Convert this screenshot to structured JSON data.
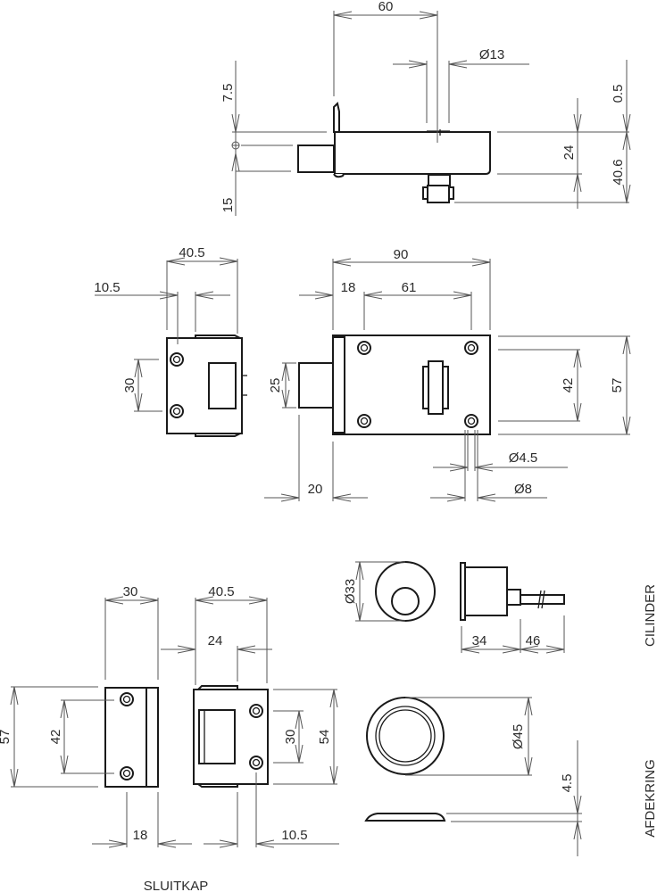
{
  "drawing": {
    "views": {
      "side_view": {
        "dims": {
          "width_60": "60",
          "dia_13": "Ø13",
          "v_7_5": "7.5",
          "v_15": "15",
          "v_0_5": "0.5",
          "v_24": "24",
          "v_40_6": "40.6"
        }
      },
      "front_small": {
        "dims": {
          "w_40_5": "40.5",
          "w_10_5": "10.5",
          "h_30": "30"
        }
      },
      "front_main": {
        "dims": {
          "w_90": "90",
          "w_18": "18",
          "w_61": "61",
          "h_25": "25",
          "w_20": "20",
          "h_42": "42",
          "h_57": "57",
          "dia_4_5": "Ø4.5",
          "dia_8": "Ø8"
        }
      },
      "sluitkap": {
        "caption": "SLUITKAP",
        "dims": {
          "w_30": "30",
          "h_57": "57",
          "h_42": "42",
          "w_18": "18",
          "w_40_5": "40.5",
          "w_24": "24",
          "h_30": "30",
          "h_54": "54",
          "w_10_5": "10.5"
        }
      },
      "cilinder": {
        "caption": "CILINDER",
        "dims": {
          "dia_33": "Ø33",
          "w_34": "34",
          "w_46": "46"
        }
      },
      "afdekring": {
        "caption": "AFDEKRING",
        "dims": {
          "dia_45": "Ø45",
          "h_4_5": "4.5"
        }
      }
    }
  }
}
